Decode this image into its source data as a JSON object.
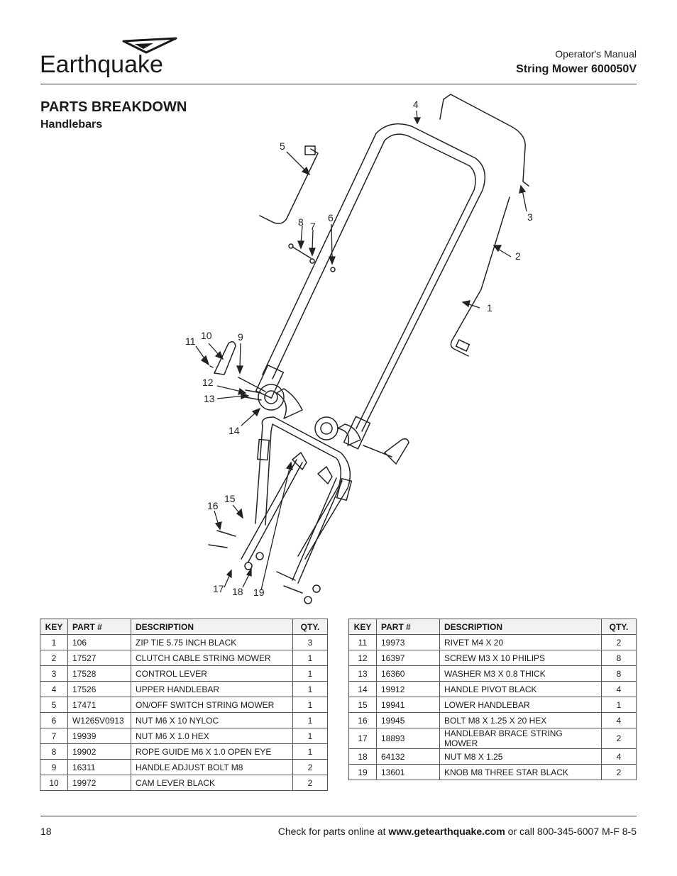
{
  "header": {
    "logo_text": "Earthquake",
    "manual_label": "Operator's Manual",
    "model_title": "String Mower 600050V"
  },
  "section": {
    "title": "PARTS BREAKDOWN",
    "subtitle": "Handlebars"
  },
  "diagram": {
    "callouts": [
      "1",
      "2",
      "3",
      "4",
      "5",
      "6",
      "7",
      "8",
      "9",
      "10",
      "11",
      "12",
      "13",
      "14",
      "15",
      "16",
      "17",
      "18",
      "19"
    ]
  },
  "columns": {
    "key": "KEY",
    "part": "PART #",
    "description": "DESCRIPTION",
    "qty": "QTY."
  },
  "parts_left": [
    {
      "key": "1",
      "part": "106",
      "description": "ZIP TIE 5.75 INCH BLACK",
      "qty": "3"
    },
    {
      "key": "2",
      "part": "17527",
      "description": "CLUTCH CABLE STRING MOWER",
      "qty": "1"
    },
    {
      "key": "3",
      "part": "17528",
      "description": "CONTROL LEVER",
      "qty": "1"
    },
    {
      "key": "4",
      "part": "17526",
      "description": "UPPER HANDLEBAR",
      "qty": "1"
    },
    {
      "key": "5",
      "part": "17471",
      "description": "ON/OFF SWITCH STRING MOWER",
      "qty": "1"
    },
    {
      "key": "6",
      "part": "W1265V0913",
      "description": "NUT M6 X 10 NYLOC",
      "qty": "1"
    },
    {
      "key": "7",
      "part": "19939",
      "description": "NUT M6 X 1.0 HEX",
      "qty": "1"
    },
    {
      "key": "8",
      "part": "19902",
      "description": "ROPE GUIDE M6 X 1.0 OPEN EYE",
      "qty": "1"
    },
    {
      "key": "9",
      "part": "16311",
      "description": "HANDLE ADJUST BOLT M8",
      "qty": "2"
    },
    {
      "key": "10",
      "part": "19972",
      "description": "CAM LEVER BLACK",
      "qty": "2"
    }
  ],
  "parts_right": [
    {
      "key": "11",
      "part": "19973",
      "description": "RIVET M4 X 20",
      "qty": "2"
    },
    {
      "key": "12",
      "part": "16397",
      "description": "SCREW M3 X 10 PHILIPS",
      "qty": "8"
    },
    {
      "key": "13",
      "part": "16360",
      "description": "WASHER M3 X 0.8 THICK",
      "qty": "8"
    },
    {
      "key": "14",
      "part": "19912",
      "description": "HANDLE PIVOT BLACK",
      "qty": "4"
    },
    {
      "key": "15",
      "part": "19941",
      "description": "LOWER HANDLEBAR",
      "qty": "1"
    },
    {
      "key": "16",
      "part": "19945",
      "description": "BOLT M8 X 1.25 X 20 HEX",
      "qty": "4"
    },
    {
      "key": "17",
      "part": "18893",
      "description": "HANDLEBAR BRACE STRING MOWER",
      "qty": "2"
    },
    {
      "key": "18",
      "part": "64132",
      "description": "NUT M8 X 1.25",
      "qty": "4"
    },
    {
      "key": "19",
      "part": "13601",
      "description": "KNOB M8 THREE STAR BLACK",
      "qty": "2"
    }
  ],
  "footer": {
    "page_number": "18",
    "text_before": "Check for parts online at ",
    "url": "www.getearthquake.com",
    "text_after": " or call 800-345-6007 M-F 8-5"
  }
}
